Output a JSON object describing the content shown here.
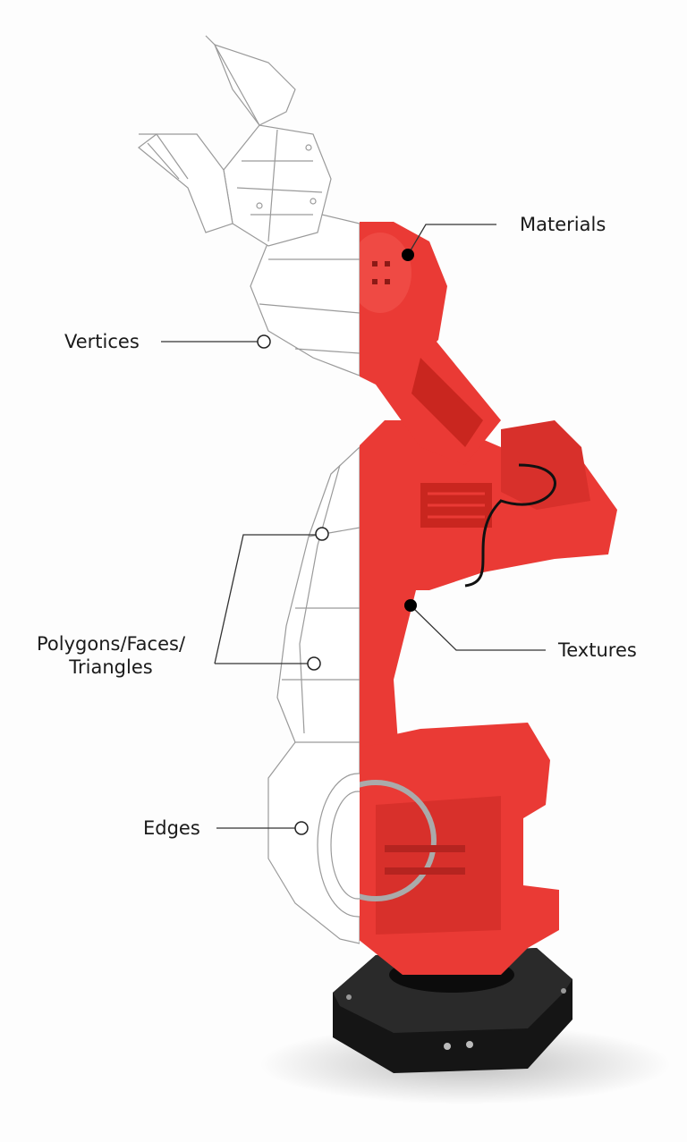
{
  "labels": {
    "materials": "Materials",
    "vertices": "Vertices",
    "polygons_line1": "Polygons/Faces/",
    "polygons_line2": "Triangles",
    "textures": "Textures",
    "edges": "Edges"
  },
  "colors": {
    "red": "#ea3a35",
    "red_dark": "#c9261f",
    "wire": "#9a9a9a",
    "base": "#151515",
    "text": "#1a1a1a"
  }
}
